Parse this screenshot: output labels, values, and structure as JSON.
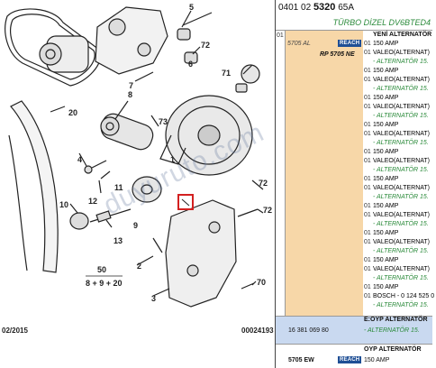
{
  "diagram": {
    "part_numbers": [
      "5",
      "72",
      "6",
      "71",
      "7",
      "8",
      "73",
      "20",
      "4",
      "11",
      "1",
      "12",
      "9",
      "10",
      "13",
      "2",
      "72",
      "72",
      "50",
      "3",
      "70"
    ],
    "formula": "8 + 9 + 20",
    "footer_date": "02/2015",
    "footer_code": "00024193",
    "watermark": "duyuruto.com"
  },
  "panel": {
    "ref_prefix": "0401 02",
    "ref_bold": "5320",
    "ref_suffix": "65A",
    "subtitle": "TÜRBO DİZEL DV6BTED4",
    "col_a": "01",
    "item_code": "5705 AL",
    "reach_label": "REACH",
    "rp_code": "RP 5705 NE",
    "lines": [
      {
        "q": "",
        "t": "YENİ ALTERNATÖR",
        "s": "bold"
      },
      {
        "q": "01",
        "t": "150 AMP",
        "s": ""
      },
      {
        "q": "01",
        "t": "VALEO(ALTERNAT)",
        "s": ""
      },
      {
        "q": "",
        "t": "- ALTERNATÖR 15.",
        "s": "green"
      },
      {
        "q": "01",
        "t": "150 AMP",
        "s": ""
      },
      {
        "q": "01",
        "t": "VALEO(ALTERNAT)",
        "s": ""
      },
      {
        "q": "",
        "t": "- ALTERNATÖR 15.",
        "s": "green"
      },
      {
        "q": "01",
        "t": "150 AMP",
        "s": ""
      },
      {
        "q": "01",
        "t": "VALEO(ALTERNAT)",
        "s": ""
      },
      {
        "q": "",
        "t": "- ALTERNATÖR 15.",
        "s": "green"
      },
      {
        "q": "01",
        "t": "150 AMP",
        "s": ""
      },
      {
        "q": "01",
        "t": "VALEO(ALTERNAT)",
        "s": ""
      },
      {
        "q": "",
        "t": "- ALTERNATÖR 15.",
        "s": "green"
      },
      {
        "q": "01",
        "t": "150 AMP",
        "s": ""
      },
      {
        "q": "01",
        "t": "VALEO(ALTERNAT)",
        "s": ""
      },
      {
        "q": "",
        "t": "- ALTERNATÖR 15.",
        "s": "green"
      },
      {
        "q": "01",
        "t": "150 AMP",
        "s": ""
      },
      {
        "q": "01",
        "t": "VALEO(ALTERNAT)",
        "s": ""
      },
      {
        "q": "",
        "t": "- ALTERNATÖR 15.",
        "s": "green"
      },
      {
        "q": "01",
        "t": "150 AMP",
        "s": ""
      },
      {
        "q": "01",
        "t": "VALEO(ALTERNAT)",
        "s": ""
      },
      {
        "q": "",
        "t": "- ALTERNATÖR 15.",
        "s": "green"
      },
      {
        "q": "01",
        "t": "150 AMP",
        "s": ""
      },
      {
        "q": "01",
        "t": "VALEO(ALTERNAT)",
        "s": ""
      },
      {
        "q": "",
        "t": "- ALTERNATÖR 15.",
        "s": "green"
      },
      {
        "q": "01",
        "t": "150 AMP",
        "s": ""
      },
      {
        "q": "01",
        "t": "VALEO(ALTERNAT)",
        "s": ""
      },
      {
        "q": "",
        "t": "- ALTERNATÖR 15.",
        "s": "green"
      },
      {
        "q": "01",
        "t": "150 AMP",
        "s": ""
      },
      {
        "q": "01",
        "t": "BOSCH - 0 124 525 0",
        "s": ""
      },
      {
        "q": "",
        "t": "- ALTERNATÖR 15.",
        "s": "green"
      }
    ],
    "blue_part": "16 381 069 80",
    "blue_head": "E:OYP ALTERNATÖR",
    "blue_sub": "- ALTERNATÖR 15.",
    "tail_head": "OYP ALTERNATÖR",
    "tail_ref": "5705 EW",
    "tail_line": "150 AMP",
    "colors": {
      "green": "#2a8a3a",
      "peach": "#f7d7a8",
      "reach_blue": "#1f4f95",
      "row_blue": "#c9d9f0",
      "highlight": "#d32020"
    }
  }
}
